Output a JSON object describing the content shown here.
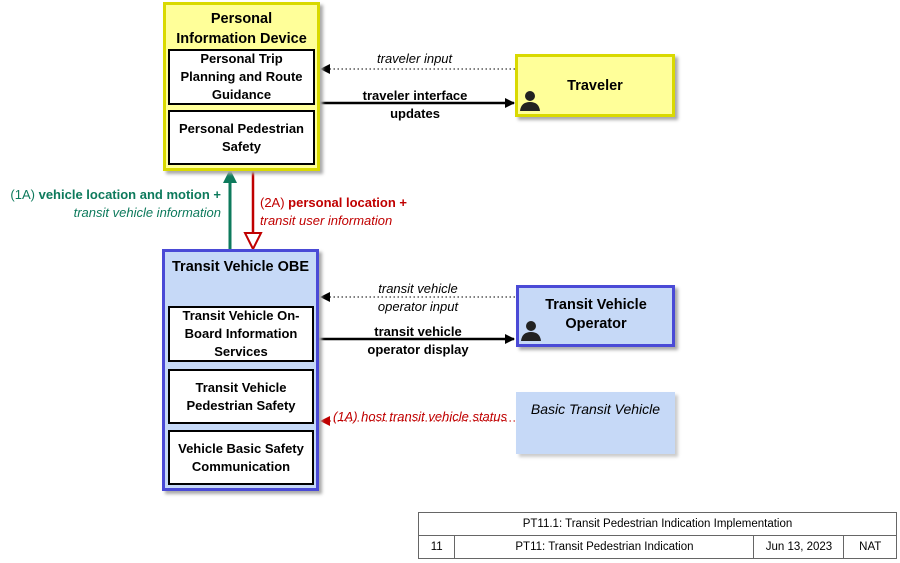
{
  "personal_device": {
    "title_line1": "Personal",
    "title_line2": "Information Device",
    "functions": [
      {
        "line1": "Personal Trip",
        "line2": "Planning and Route",
        "line3": "Guidance"
      },
      {
        "line1": "Personal Pedestrian",
        "line2": "Safety"
      }
    ]
  },
  "traveler": {
    "label": "Traveler"
  },
  "obe": {
    "title": "Transit Vehicle OBE",
    "functions": [
      {
        "line1": "Transit Vehicle On-",
        "line2": "Board Information",
        "line3": "Services"
      },
      {
        "line1": "Transit Vehicle",
        "line2": "Pedestrian Safety"
      },
      {
        "line1": "Vehicle Basic Safety",
        "line2": "Communication"
      }
    ]
  },
  "operator": {
    "line1": "Transit Vehicle",
    "line2": "Operator"
  },
  "basic_vehicle": {
    "label": "Basic Transit Vehicle"
  },
  "flows": {
    "traveler_input": "traveler input",
    "traveler_interface_line1": "traveler interface",
    "traveler_interface_line2": "updates",
    "vehicle_location_prefix": "(1A) ",
    "vehicle_location_bold": "vehicle location and motion +",
    "vehicle_location_line2": "transit vehicle information",
    "personal_location_prefix": "(2A) ",
    "personal_location_bold": "personal location +",
    "personal_location_line2": "transit user information",
    "operator_input_line1": "transit vehicle",
    "operator_input_line2": "operator input",
    "operator_display_line1": "transit vehicle",
    "operator_display_line2": "operator display",
    "host_status": "(1A) host transit vehicle status"
  },
  "title_block": {
    "title": "PT11.1: Transit Pedestrian Indication Implementation",
    "number": "11",
    "name": "PT11: Transit Pedestrian Indication",
    "date": "Jun 13, 2023",
    "org": "NAT"
  },
  "colors": {
    "yellow_fill": "#ffff99",
    "blue_fill": "#c6d9f7",
    "green_flow": "#0d7a5c",
    "red_flow": "#c00000"
  }
}
